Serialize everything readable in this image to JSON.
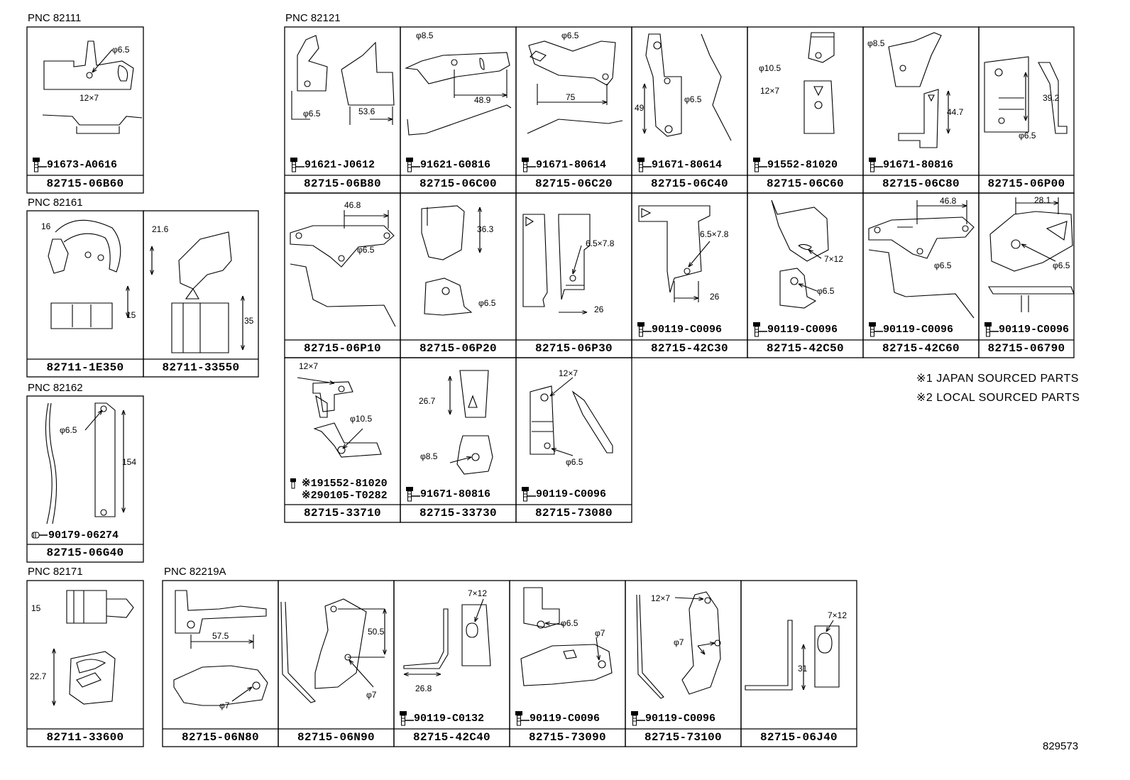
{
  "groups": [
    {
      "label": "PNC 82111"
    },
    {
      "label": "PNC 82121"
    },
    {
      "label": "PNC 82161"
    },
    {
      "label": "PNC 82162"
    },
    {
      "label": "PNC 82171"
    },
    {
      "label": "PNC 82219A"
    }
  ],
  "cells": [
    {
      "part": "82715-06B60",
      "bolt": "91673-A0616",
      "dims": [
        "φ6.5",
        "12×7"
      ]
    },
    {
      "part": "82715-06B80",
      "bolt": "91621-J0612",
      "dims": [
        "φ6.5",
        "53.6"
      ]
    },
    {
      "part": "82715-06C00",
      "bolt": "91621-G0816",
      "dims": [
        "φ8.5",
        "48.9"
      ]
    },
    {
      "part": "82715-06C20",
      "bolt": "91671-80614",
      "dims": [
        "φ6.5",
        "75"
      ]
    },
    {
      "part": "82715-06C40",
      "bolt": "91671-80614",
      "dims": [
        "49",
        "φ6.5"
      ]
    },
    {
      "part": "82715-06C60",
      "bolt": "91552-81020",
      "dims": [
        "φ10.5",
        "12×7"
      ]
    },
    {
      "part": "82715-06C80",
      "bolt": "91671-80816",
      "dims": [
        "φ8.5",
        "44.7"
      ]
    },
    {
      "part": "82715-06P00",
      "bolt": "",
      "dims": [
        "39.2",
        "φ6.5"
      ]
    },
    {
      "part": "82715-06P10",
      "bolt": "",
      "dims": [
        "46.8",
        "φ6.5"
      ]
    },
    {
      "part": "82715-06P20",
      "bolt": "",
      "dims": [
        "36.3",
        "φ6.5"
      ]
    },
    {
      "part": "82715-06P30",
      "bolt": "",
      "dims": [
        "6.5×7.8",
        "26"
      ]
    },
    {
      "part": "82715-42C30",
      "bolt": "90119-C0096",
      "dims": [
        "6.5×7.8",
        "26"
      ]
    },
    {
      "part": "82715-42C50",
      "bolt": "90119-C0096",
      "dims": [
        "7×12",
        "φ6.5"
      ]
    },
    {
      "part": "82715-42C60",
      "bolt": "90119-C0096",
      "dims": [
        "46.8",
        "φ6.5"
      ]
    },
    {
      "part": "82715-06790",
      "bolt": "90119-C0096",
      "dims": [
        "28.1",
        "φ6.5"
      ]
    },
    {
      "part": "82715-33710",
      "bolt": "",
      "bolt_lines": [
        "※191552-81020",
        "※290105-T0282"
      ],
      "dims": [
        "12×7",
        "φ10.5"
      ]
    },
    {
      "part": "82715-33730",
      "bolt": "91671-80816",
      "dims": [
        "26.7",
        "φ8.5"
      ]
    },
    {
      "part": "82715-73080",
      "bolt": "90119-C0096",
      "dims": [
        "12×7",
        "φ6.5"
      ]
    },
    {
      "part": "82711-1E350",
      "bolt": "",
      "dims": [
        "16",
        "15"
      ]
    },
    {
      "part": "82711-33550",
      "bolt": "",
      "dims": [
        "21.6",
        "35"
      ]
    },
    {
      "part": "82715-06G40",
      "bolt": "90179-06274",
      "dims": [
        "φ6.5",
        "154"
      ]
    },
    {
      "part": "82711-33600",
      "bolt": "",
      "dims": [
        "15",
        "22.7"
      ]
    },
    {
      "part": "82715-06N80",
      "bolt": "",
      "dims": [
        "57.5",
        "φ7"
      ]
    },
    {
      "part": "82715-06N90",
      "bolt": "",
      "dims": [
        "50.5",
        "φ7"
      ]
    },
    {
      "part": "82715-42C40",
      "bolt": "90119-C0132",
      "dims": [
        "7×12",
        "26.8"
      ]
    },
    {
      "part": "82715-73090",
      "bolt": "90119-C0096",
      "dims": [
        "φ6.5",
        "φ7"
      ]
    },
    {
      "part": "82715-73100",
      "bolt": "90119-C0096",
      "dims": [
        "12×7",
        "φ7"
      ]
    },
    {
      "part": "82715-06J40",
      "bolt": "",
      "dims": [
        "7×12",
        "31"
      ]
    }
  ],
  "notes": [
    "※1 JAPAN SOURCED PARTS",
    "※2 LOCAL SOURCED PARTS"
  ],
  "reference": "829573"
}
